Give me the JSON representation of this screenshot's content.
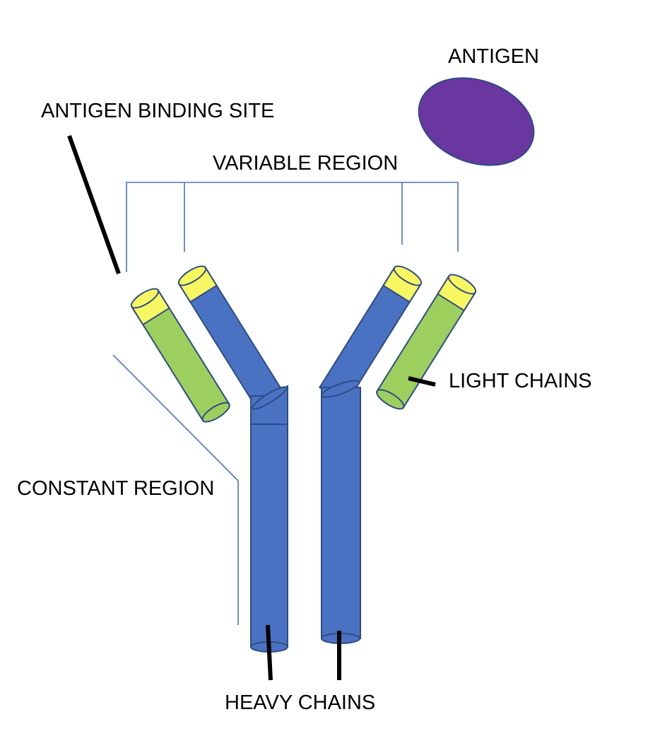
{
  "labels": {
    "antigen": "ANTIGEN",
    "antigen_binding_site": "ANTIGEN BINDING SITE",
    "variable_region": "VARIABLE REGION",
    "light_chains": "LIGHT CHAINS",
    "constant_region": "CONSTANT REGION",
    "heavy_chains": "HEAVY CHAINS"
  },
  "colors": {
    "heavy_chain": "#4a72c2",
    "light_chain": "#9ccf5d",
    "binding_tip": "#f7f761",
    "antigen": "#6a36a0",
    "outline": "#2f4c87",
    "bracket": "#4a72c2",
    "pointer": "#000000"
  }
}
